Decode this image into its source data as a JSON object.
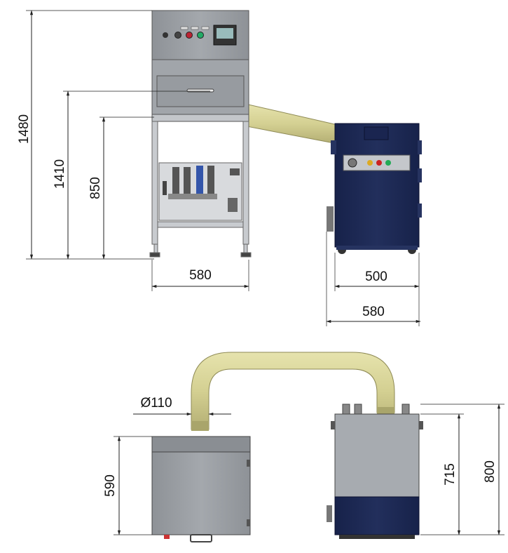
{
  "dimensions": {
    "total_height": "1480",
    "table_height": "1410",
    "leg_height": "850",
    "base_width": "580",
    "extractor_width": "500",
    "extractor_overall_width": "580",
    "duct_diameter": "Ø110",
    "unit_depth": "590",
    "extractor_body_height": "715",
    "extractor_overall_height": "800"
  },
  "colors": {
    "steel": "#9a9ea3",
    "steel_dark": "#6f7378",
    "frame": "#b9bcc0",
    "duct": "#d8d59a",
    "duct_dark": "#b7b277",
    "extractor_body": "#1e2a52",
    "extractor_dark": "#121a38",
    "dim_line": "#222222"
  },
  "icons": {
    "control_panel": "control-panel-icon",
    "power_switch": "power-switch-icon",
    "indicator_lights": "indicator-lights-icon"
  }
}
